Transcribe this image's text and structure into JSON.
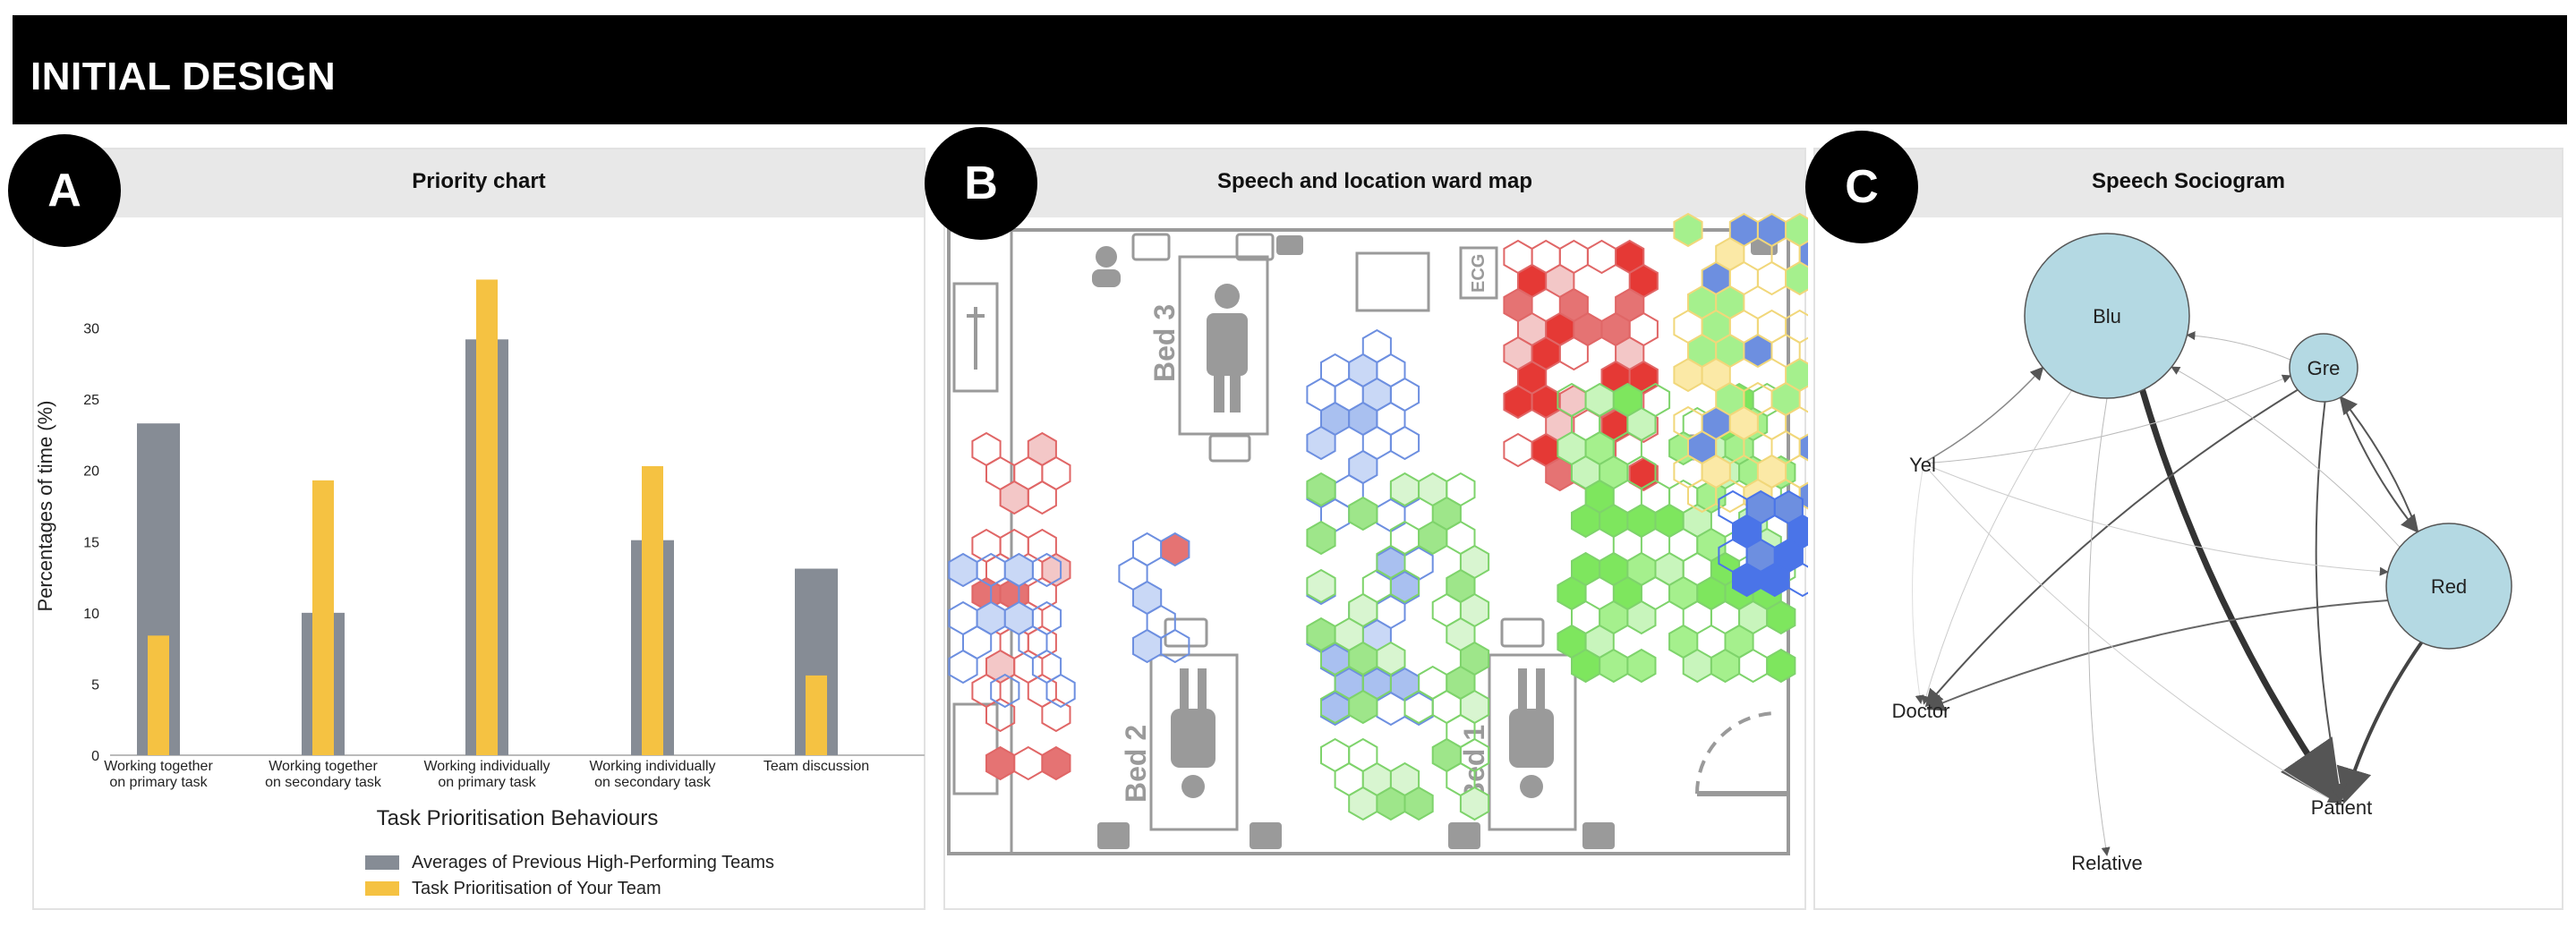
{
  "header": {
    "title": "INITIAL DESIGN"
  },
  "panels": {
    "a": {
      "badge": "A",
      "title": "Priority chart"
    },
    "b": {
      "badge": "B",
      "title": "Speech and location ward map"
    },
    "c": {
      "badge": "C",
      "title": "Speech Sociogram"
    }
  },
  "colors": {
    "previous": "#868c95",
    "team": "#f5c242",
    "node": "#b4d9e3",
    "edge": "#444444"
  },
  "chart_data": {
    "type": "bar",
    "title": "",
    "xlabel": "Task Prioritisation Behaviours",
    "ylabel": "Percentages of time (%)",
    "ylim": [
      0,
      35
    ],
    "yticks": [
      0,
      5,
      10,
      15,
      20,
      25,
      30
    ],
    "categories": [
      [
        "Working together",
        "on primary task"
      ],
      [
        "Working together",
        "on secondary task"
      ],
      [
        "Working individually",
        "on primary task"
      ],
      [
        "Working individually",
        "on secondary task"
      ],
      [
        "Team discussion"
      ]
    ],
    "series": [
      {
        "name": "Averages of Previous High-Performing Teams",
        "values": [
          23.3,
          10,
          29.2,
          15.1,
          13.1
        ]
      },
      {
        "name": "Task Prioritisation of Your Team",
        "values": [
          8.4,
          19.3,
          33.4,
          20.3,
          5.6
        ]
      }
    ],
    "legend": "bottom"
  },
  "ward_map": {
    "beds": [
      "Bed 3",
      "Bed 2",
      "Bed 1"
    ],
    "labels": {
      "ecg": "ECG"
    }
  },
  "sociogram": {
    "nodes": [
      "Blu",
      "Gre",
      "Red",
      "Yel",
      "Doctor",
      "Patient",
      "Relative"
    ]
  }
}
